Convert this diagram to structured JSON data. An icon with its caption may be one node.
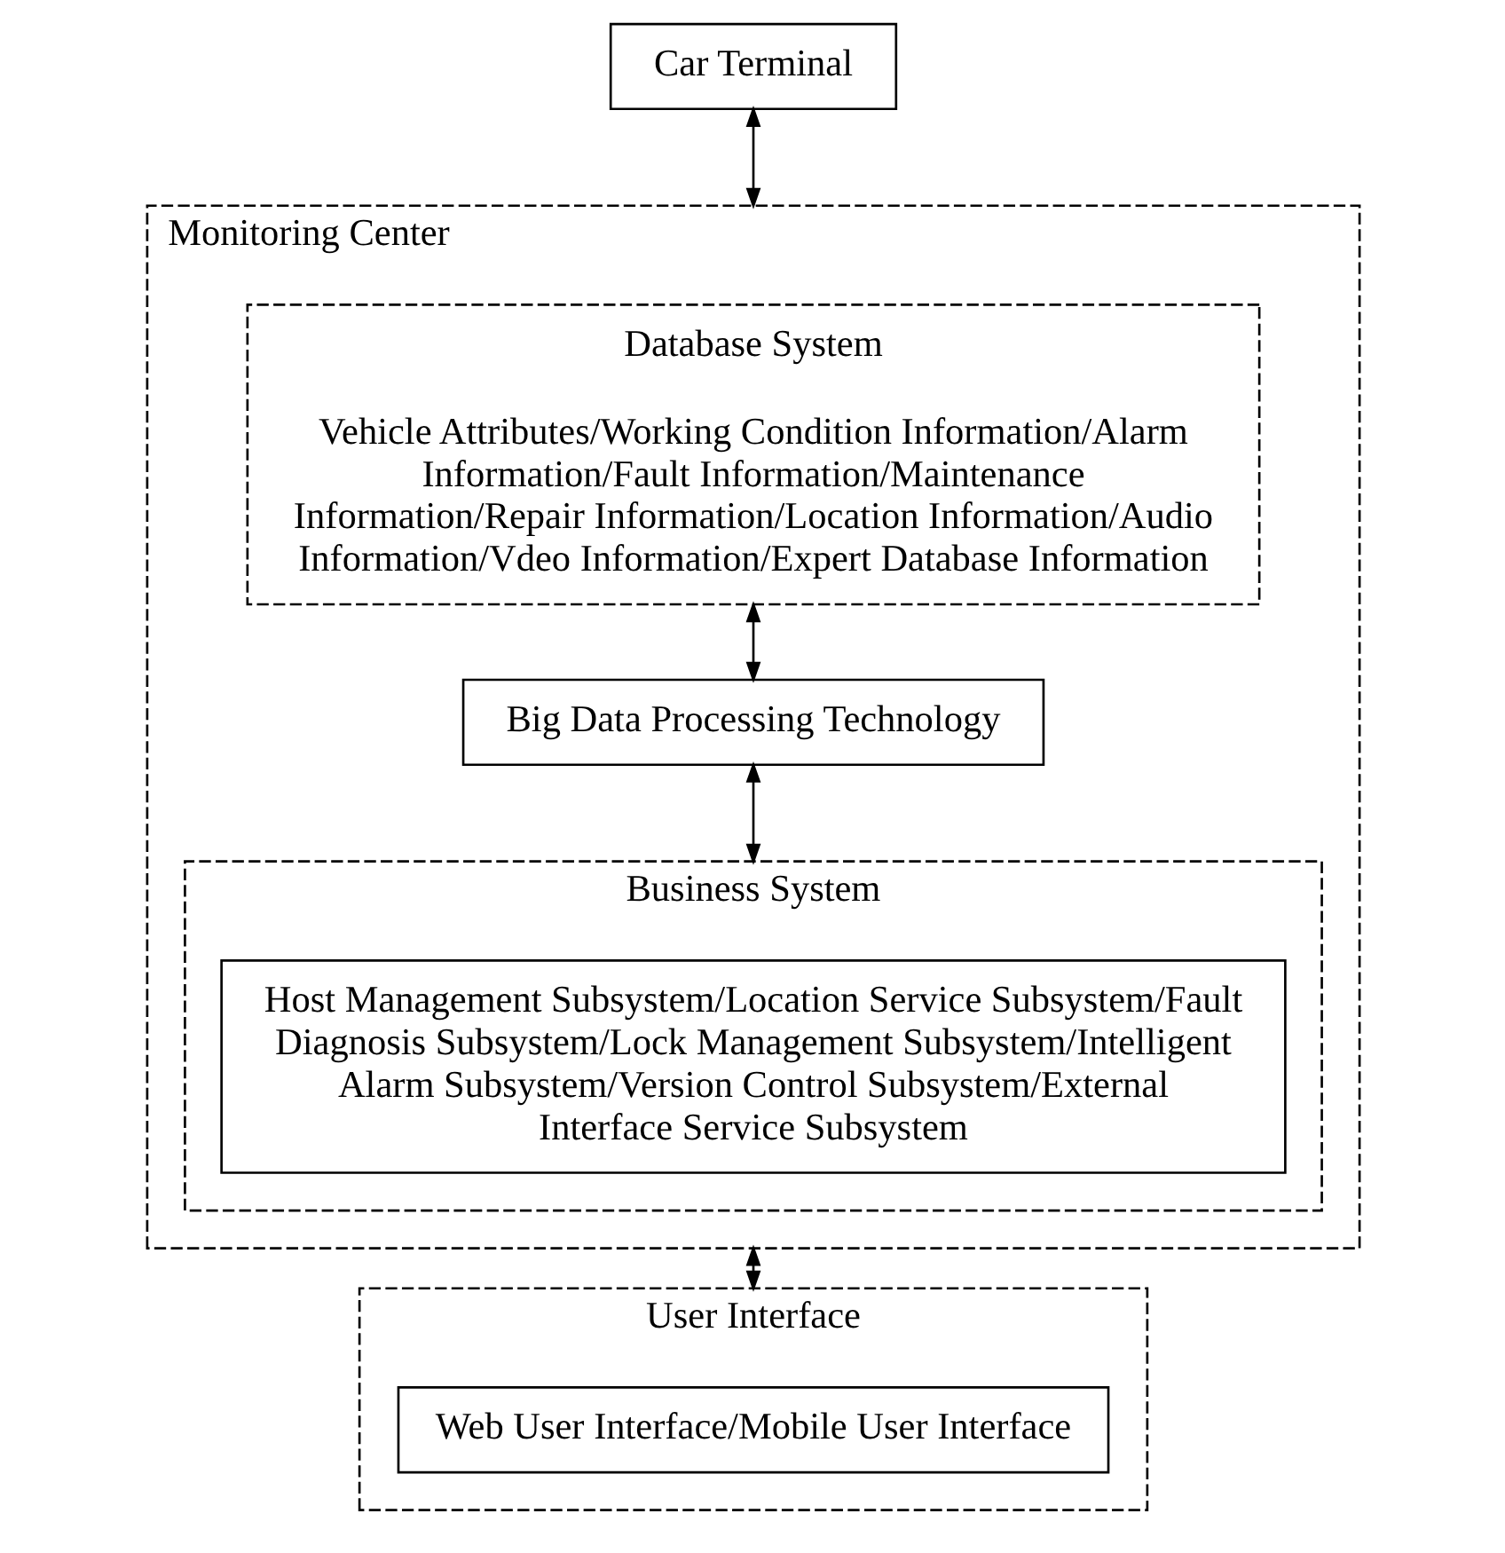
{
  "diagram": {
    "nodes": [
      {
        "text": [
          "Car Terminal"
        ]
      },
      {
        "text": [
          "Monitoring Center"
        ]
      },
      {
        "text": [
          "Database System",
          "Vehicle Attributes/Working Condition Information/Alarm Information/Fault Information/Maintenance Information/Repair Information/Location Information/Audio Information/Vdeo Information/Expert Database Information"
        ],
        "in": 1
      },
      {
        "text": [
          "Big Data Processing Technology"
        ],
        "in": 1
      },
      {
        "text": [
          "Business System"
        ],
        "in": 1
      },
      {
        "text": [
          "Host Management Subsystem/Location Service Subsystem/Fault Diagnosis Subsystem/Lock Management Subsystem/Intelligent Alarm Subsystem/Version Control Subsystem/External Interface Service Subsystem"
        ],
        "in": 4
      },
      {
        "text": [
          "User Interface"
        ]
      },
      {
        "text": [
          "Web User Interface/Mobile User Interface"
        ],
        "in": 6
      }
    ],
    "edges": [
      {
        "from": 0,
        "to": 1,
        "arrow": "both"
      },
      {
        "from": 2,
        "to": 3,
        "arrow": "both"
      },
      {
        "from": 3,
        "to": 4,
        "arrow": "both"
      },
      {
        "from": 1,
        "to": 6,
        "arrow": "both"
      }
    ]
  }
}
